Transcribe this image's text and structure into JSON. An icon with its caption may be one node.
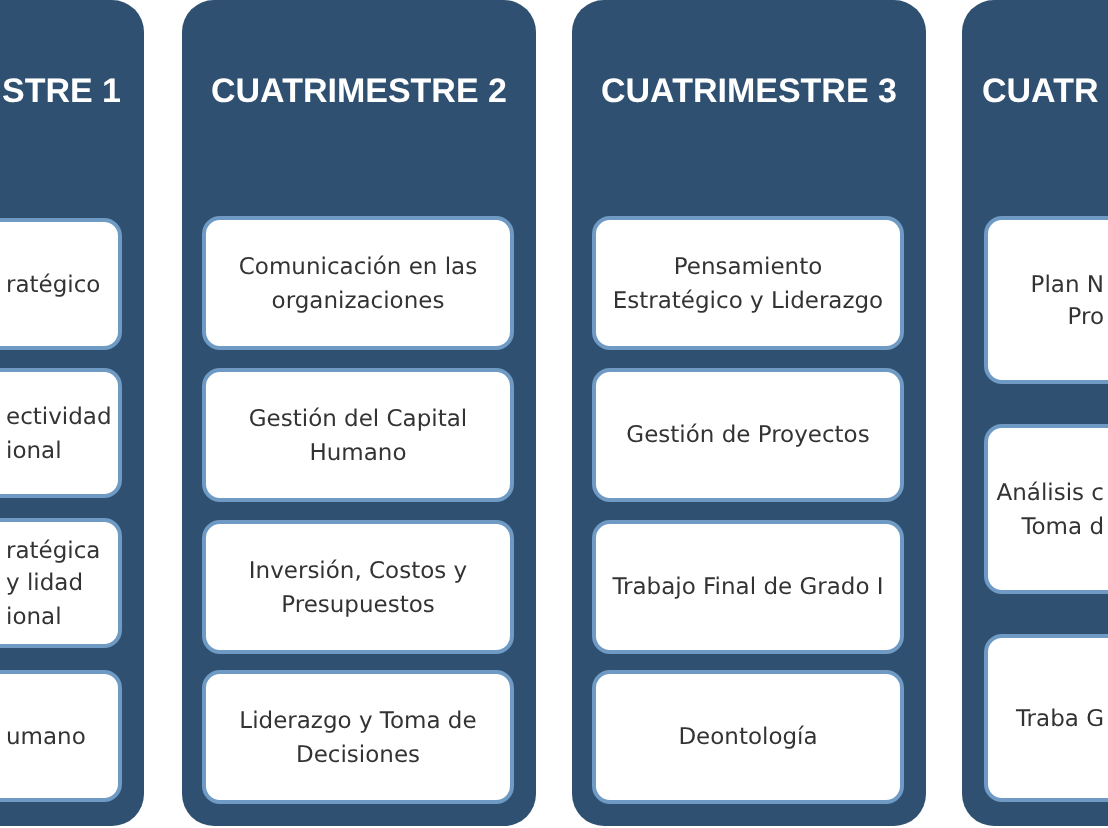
{
  "diagram": {
    "nodes": [
      {
        "text": [
          "STRE 1"
        ]
      },
      {
        "text": [
          "ratégico"
        ],
        "in": 0
      },
      {
        "text": [
          "ectividad ional"
        ],
        "in": 0
      },
      {
        "text": [
          "ratégica y lidad ional"
        ],
        "in": 0
      },
      {
        "text": [
          "umano"
        ],
        "in": 0
      },
      {
        "text": [
          "CUATRIMESTRE 2"
        ]
      },
      {
        "text": [
          "Comunicación en las organizaciones"
        ],
        "in": 5
      },
      {
        "text": [
          "Gestión del Capital Humano"
        ],
        "in": 5
      },
      {
        "text": [
          "Inversión, Costos y Presupuestos"
        ],
        "in": 5
      },
      {
        "text": [
          "Liderazgo y Toma de Decisiones"
        ],
        "in": 5
      },
      {
        "text": [
          "CUATRIMESTRE 3"
        ]
      },
      {
        "text": [
          "Pensamiento Estratégico y Liderazgo"
        ],
        "in": 10
      },
      {
        "text": [
          "Gestión de Proyectos"
        ],
        "in": 10
      },
      {
        "text": [
          "Trabajo Final de Grado I"
        ],
        "in": 10
      },
      {
        "text": [
          "Deontología"
        ],
        "in": 10
      },
      {
        "text": [
          "CUATR"
        ]
      },
      {
        "text": [
          "Plan N Pro"
        ],
        "in": 15
      },
      {
        "text": [
          "Análisis c Toma d"
        ],
        "in": 15
      },
      {
        "text": [
          "Traba G"
        ],
        "in": 15
      }
    ]
  }
}
